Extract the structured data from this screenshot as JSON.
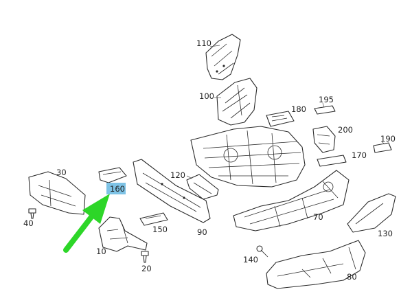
{
  "diagram": {
    "highlight_color": "#7ec3e6",
    "arrow_color": "#2dd628",
    "highlighted_label": "160",
    "labels": {
      "p110": "110",
      "p100": "100",
      "p195": "195",
      "p180": "180",
      "p200": "200",
      "p190": "190",
      "p170": "170",
      "p30": "30",
      "p120": "120",
      "p160": "160",
      "p40": "40",
      "p150": "150",
      "p90": "90",
      "p70": "70",
      "p130": "130",
      "p10": "10",
      "p140": "140",
      "p20": "20",
      "p80": "80"
    }
  }
}
